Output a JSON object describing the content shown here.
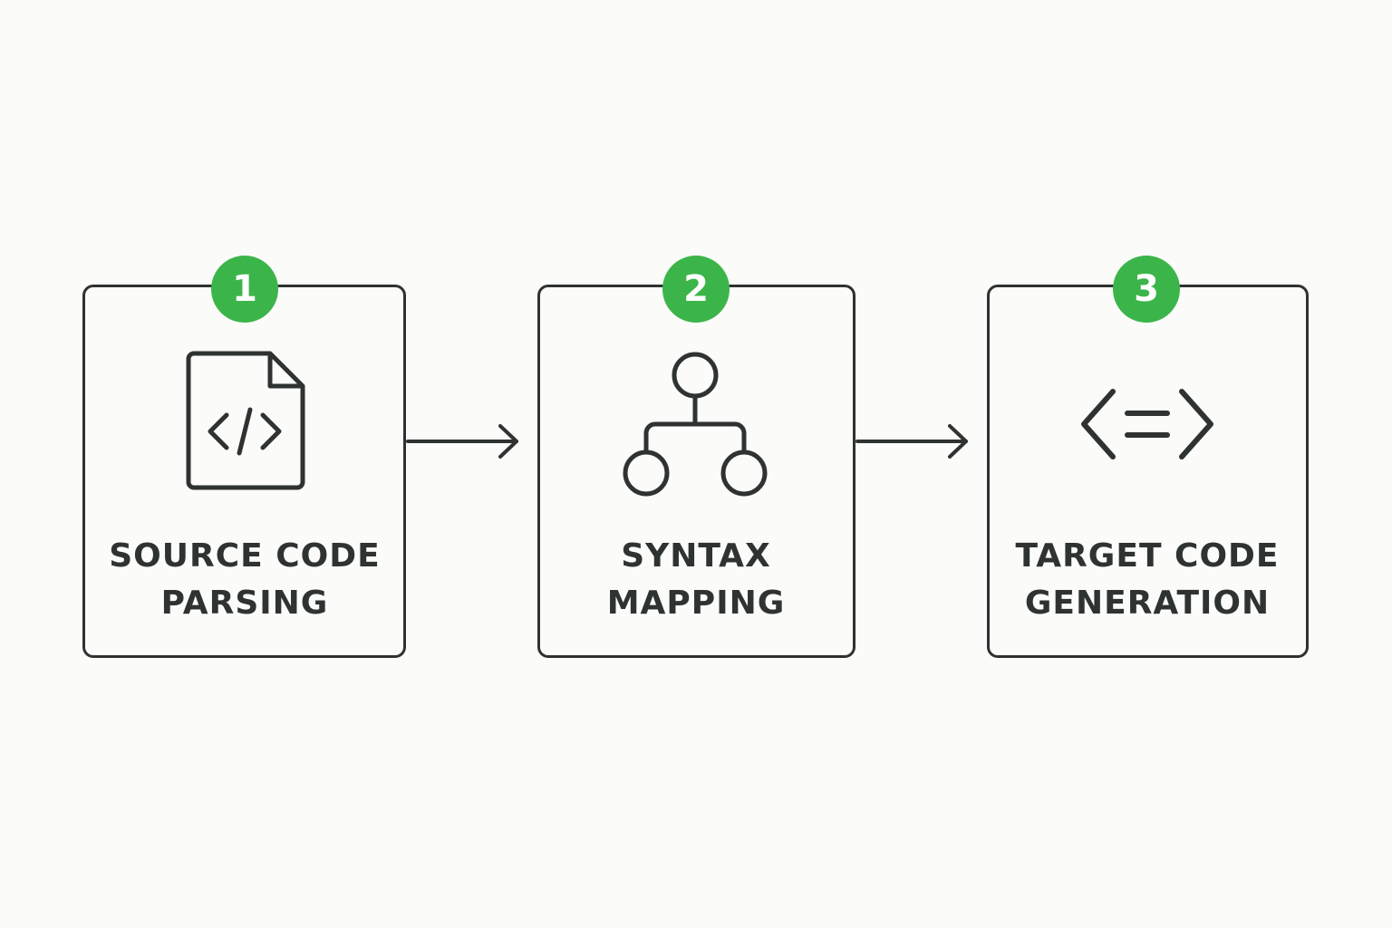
{
  "accent_color": "#3bb54a",
  "ink_color": "#2e3331",
  "steps": [
    {
      "number": "1",
      "label_line1": "SOURCE CODE",
      "label_line2": "PARSING",
      "icon": "code-file-icon"
    },
    {
      "number": "2",
      "label_line1": "SYNTAX",
      "label_line2": "MAPPING",
      "icon": "tree-hierarchy-icon"
    },
    {
      "number": "3",
      "label_line1": "TARGET CODE",
      "label_line2": "GENERATION",
      "icon": "code-equals-icon"
    }
  ]
}
